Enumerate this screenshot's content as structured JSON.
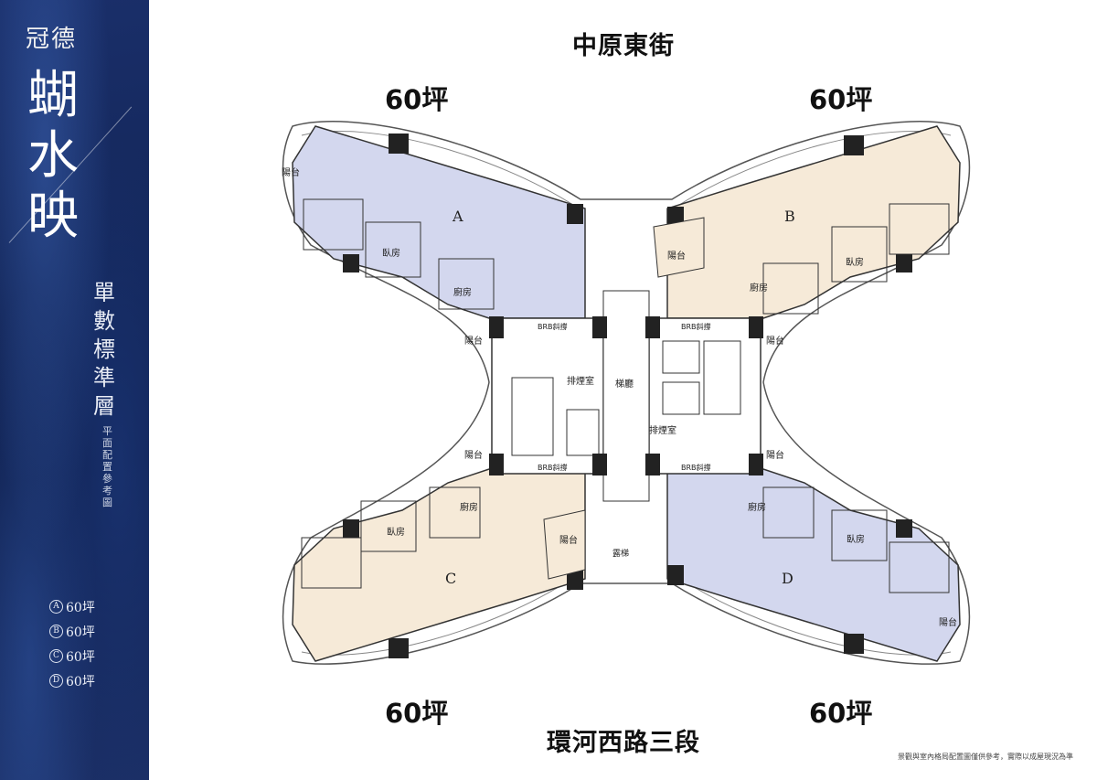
{
  "brand": {
    "small": "冠德",
    "big": "蝴水映",
    "subtitle": "單數標準層",
    "subnote": "平面配置參考圖"
  },
  "legend": [
    {
      "letter": "A",
      "value": "60坪"
    },
    {
      "letter": "B",
      "value": "60坪"
    },
    {
      "letter": "C",
      "value": "60坪"
    },
    {
      "letter": "D",
      "value": "60坪"
    }
  ],
  "streets": {
    "top": "中原東街",
    "bottom": "環河西路三段"
  },
  "area_labels": {
    "tl": "60坪",
    "tr": "60坪",
    "bl": "60坪",
    "br": "60坪"
  },
  "units": {
    "A": {
      "label": "A",
      "color": "#d3d7ee"
    },
    "B": {
      "label": "B",
      "color": "#f6ead8"
    },
    "C": {
      "label": "C",
      "color": "#f6ead8"
    },
    "D": {
      "label": "D",
      "color": "#d3d7ee"
    }
  },
  "rooms": {
    "balcony": "陽台",
    "bedroom": "臥房",
    "kitchen": "廚房",
    "smoke": "排煙室",
    "lobby": "梯廳",
    "stair": "露梯",
    "brb": "BRB斜撐"
  },
  "footnote": "景觀與室內格局配置圖僅供參考，實際以成屋現況為準"
}
